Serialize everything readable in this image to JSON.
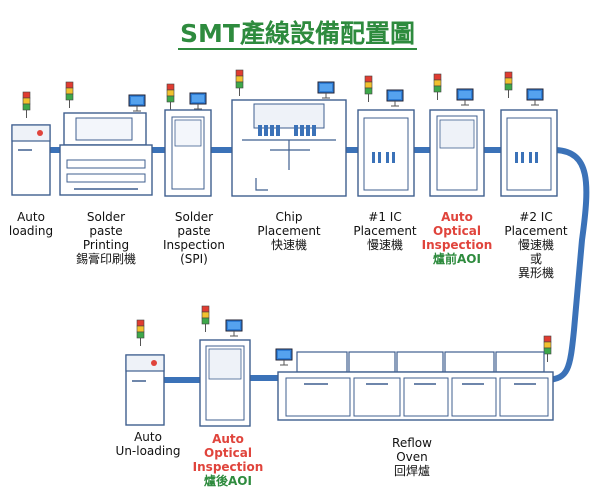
{
  "title": "SMT產線設備配置圖",
  "colors": {
    "title": "#2e8b3e",
    "conveyor": "#3b72b8",
    "machine_stroke": "#3f5f8f",
    "accent_red": "#e0443c",
    "accent_green": "#2e8b3e"
  },
  "machines": {
    "auto_loading": {
      "lines": [
        "Auto",
        "loading"
      ]
    },
    "solder_printing": {
      "lines": [
        "Solder",
        "paste",
        "Printing",
        "錫膏印刷機"
      ]
    },
    "spi": {
      "lines": [
        "Solder",
        "paste",
        "Inspection",
        "(SPI)"
      ]
    },
    "chip_placement": {
      "lines": [
        "Chip",
        "Placement",
        "快速機"
      ]
    },
    "ic1": {
      "lines": [
        "#1 IC",
        "Placement",
        "慢速機"
      ]
    },
    "aoi_pre": {
      "lines": [
        "Auto",
        "Optical",
        "Inspection"
      ],
      "sub": "爐前AOI"
    },
    "ic2": {
      "lines": [
        "#2 IC",
        "Placement",
        "慢速機",
        "或",
        "異形機"
      ]
    },
    "auto_unloading": {
      "lines": [
        "Auto",
        "Un-loading"
      ]
    },
    "aoi_post": {
      "lines": [
        "Auto",
        "Optical",
        "Inspection"
      ],
      "sub": "爐後AOI"
    },
    "reflow": {
      "lines": [
        "Reflow",
        "Oven",
        "回焊爐"
      ]
    }
  }
}
